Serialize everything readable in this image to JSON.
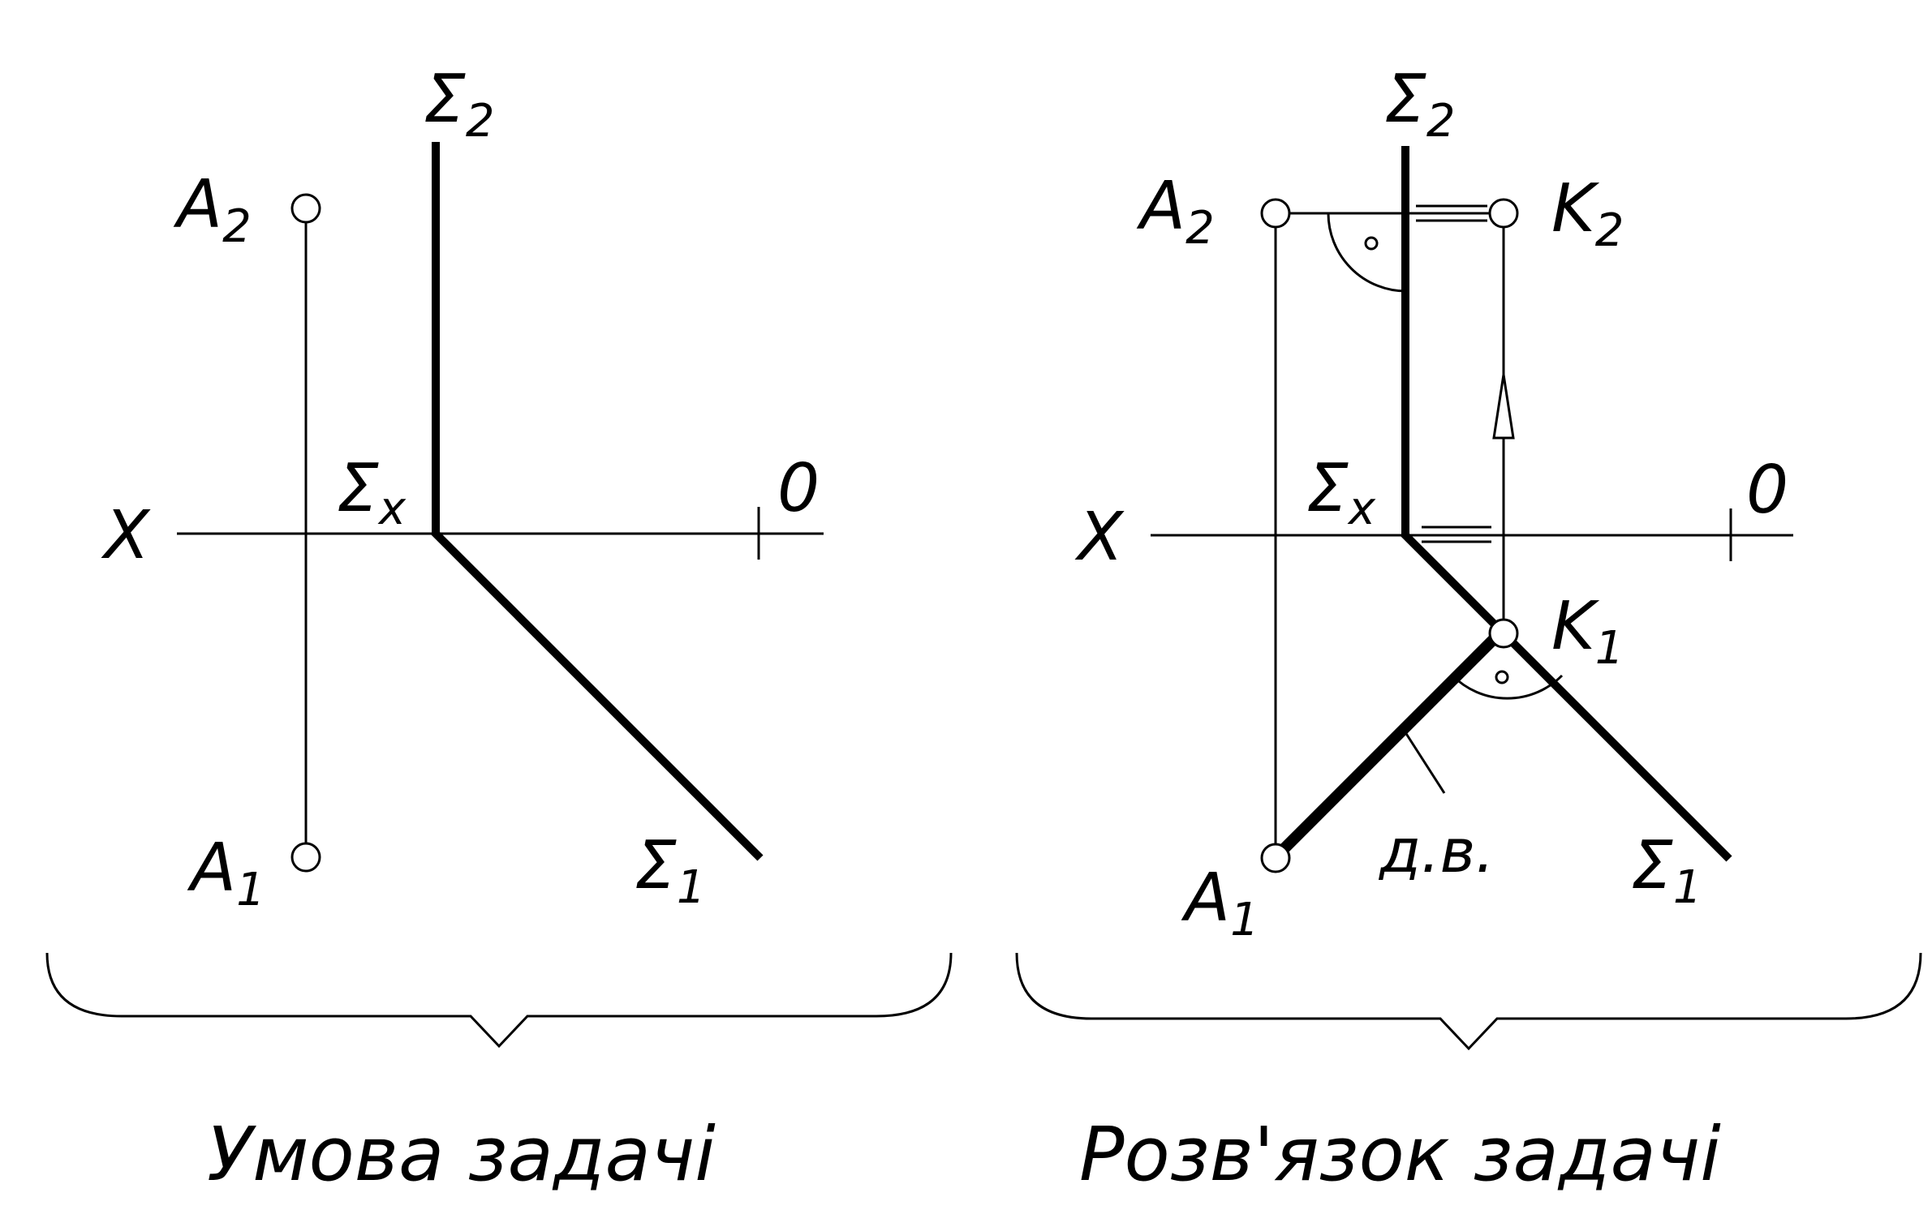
{
  "left_panel": {
    "labels": {
      "sigma2": "Σ",
      "sigma2_sub": "2",
      "a2": "A",
      "a2_sub": "2",
      "x_axis": "X",
      "sigma_x": "Σ",
      "sigma_x_sub": "x",
      "origin": "0",
      "a1": "A",
      "a1_sub": "1",
      "sigma1": "Σ",
      "sigma1_sub": "1"
    },
    "caption": "Умова задачі"
  },
  "right_panel": {
    "labels": {
      "sigma2": "Σ",
      "sigma2_sub": "2",
      "a2": "A",
      "a2_sub": "2",
      "k2": "K",
      "k2_sub": "2",
      "x_axis": "X",
      "sigma_x": "Σ",
      "sigma_x_sub": "x",
      "origin": "0",
      "k1": "K",
      "k1_sub": "1",
      "true_size": "д.в.",
      "a1": "A",
      "a1_sub": "1",
      "sigma1": "Σ",
      "sigma1_sub": "1"
    },
    "caption": "Розв'язок задачі"
  }
}
